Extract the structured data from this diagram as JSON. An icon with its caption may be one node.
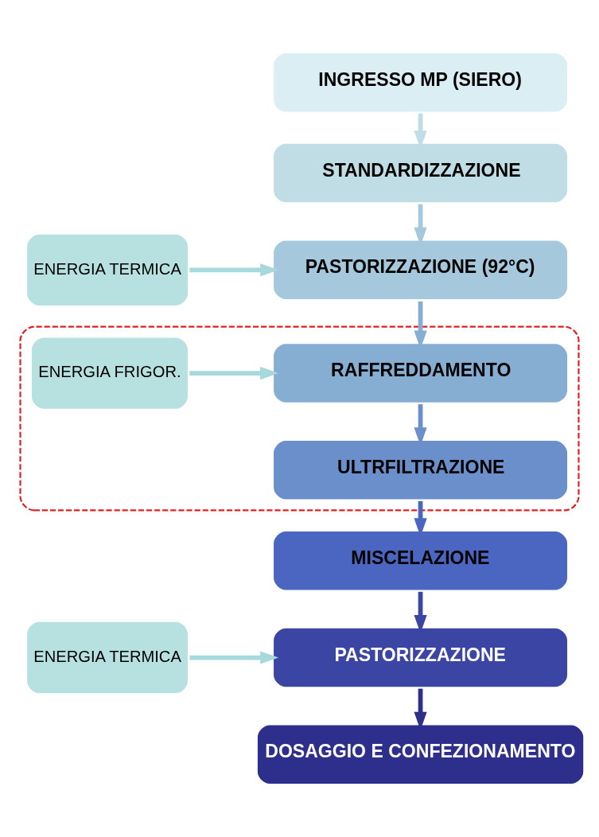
{
  "diagram": {
    "nodes": [
      {
        "text": [
          "INGRESSO MP (SIERO)"
        ]
      },
      {
        "text": [
          "STANDARDIZZAZIONE"
        ]
      },
      {
        "text": [
          "ENERGIA TERMICA"
        ]
      },
      {
        "text": [
          "PASTORIZZAZIONE (92°C)"
        ]
      },
      {
        "text": [],
        "shape": "box"
      },
      {
        "text": [
          "ENERGIA FRIGOR."
        ],
        "in": 4
      },
      {
        "text": [
          "RAFFREDDAMENTO"
        ],
        "in": 4
      },
      {
        "text": [
          "ULTRFILTRAZIONE"
        ],
        "in": 4
      },
      {
        "text": [
          "MISCELAZIONE"
        ]
      },
      {
        "text": [
          "ENERGIA TERMICA"
        ]
      },
      {
        "text": [
          "PASTORIZZAZIONE"
        ]
      },
      {
        "text": [
          "DOSAGGIO E CONFEZIONAMENTO"
        ]
      }
    ],
    "edges": [
      {
        "from": 0,
        "to": 1,
        "arrow": "to",
        "color": "#c0dde6"
      },
      {
        "from": 1,
        "to": 3,
        "arrow": "to",
        "color": "#a6c8dc"
      },
      {
        "from": 2,
        "to": 3,
        "arrow": "to",
        "color": "#a6d8dc"
      },
      {
        "from": 3,
        "to": 6,
        "arrow": "to",
        "color": "#86aed3"
      },
      {
        "from": 5,
        "to": 6,
        "arrow": "to",
        "color": "#a6d8dc"
      },
      {
        "from": 6,
        "to": 7,
        "arrow": "to",
        "color": "#6b8fca"
      },
      {
        "from": 7,
        "to": 8,
        "arrow": "to",
        "color": "#4a66c0"
      },
      {
        "from": 8,
        "to": 10,
        "arrow": "to",
        "color": "#3a45a4"
      },
      {
        "from": 9,
        "to": 10,
        "arrow": "to",
        "color": "#a6d8dc"
      },
      {
        "from": 10,
        "to": 11,
        "arrow": "to",
        "color": "#2e2e8c"
      }
    ]
  }
}
